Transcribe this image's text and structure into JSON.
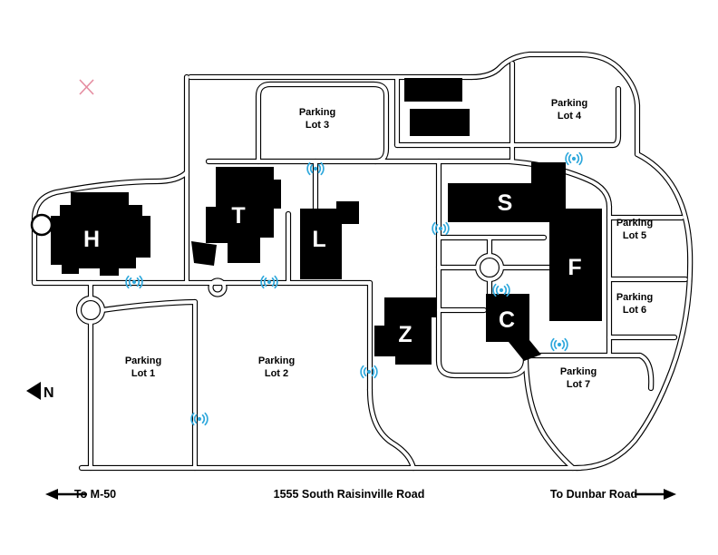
{
  "colors": {
    "background": "#ffffff",
    "road": "#000000",
    "building": "#000000",
    "building_text": "#ffffff",
    "wifi": "#2fa8dc",
    "label": "#000000",
    "x_mark": "#e58ca0"
  },
  "buildings": {
    "h": "H",
    "t": "T",
    "l": "L",
    "s": "S",
    "f": "F",
    "z": "Z",
    "c": "C"
  },
  "parking": {
    "lot1": {
      "line1": "Parking",
      "line2": "Lot 1"
    },
    "lot2": {
      "line1": "Parking",
      "line2": "Lot 2"
    },
    "lot3": {
      "line1": "Parking",
      "line2": "Lot 3"
    },
    "lot4": {
      "line1": "Parking",
      "line2": "Lot 4"
    },
    "lot5": {
      "line1": "Parking",
      "line2": "Lot 5"
    },
    "lot6": {
      "line1": "Parking",
      "line2": "Lot 6"
    },
    "lot7": {
      "line1": "Parking",
      "line2": "Lot 7"
    }
  },
  "roads": {
    "west": "To M-50",
    "main": "1555 South Raisinville Road",
    "east": "To Dunbar Road"
  },
  "compass": {
    "north": "N"
  },
  "icons": {
    "wifi": "wifi-hotspot",
    "arrow_left": "left-arrow",
    "arrow_right": "right-arrow"
  }
}
